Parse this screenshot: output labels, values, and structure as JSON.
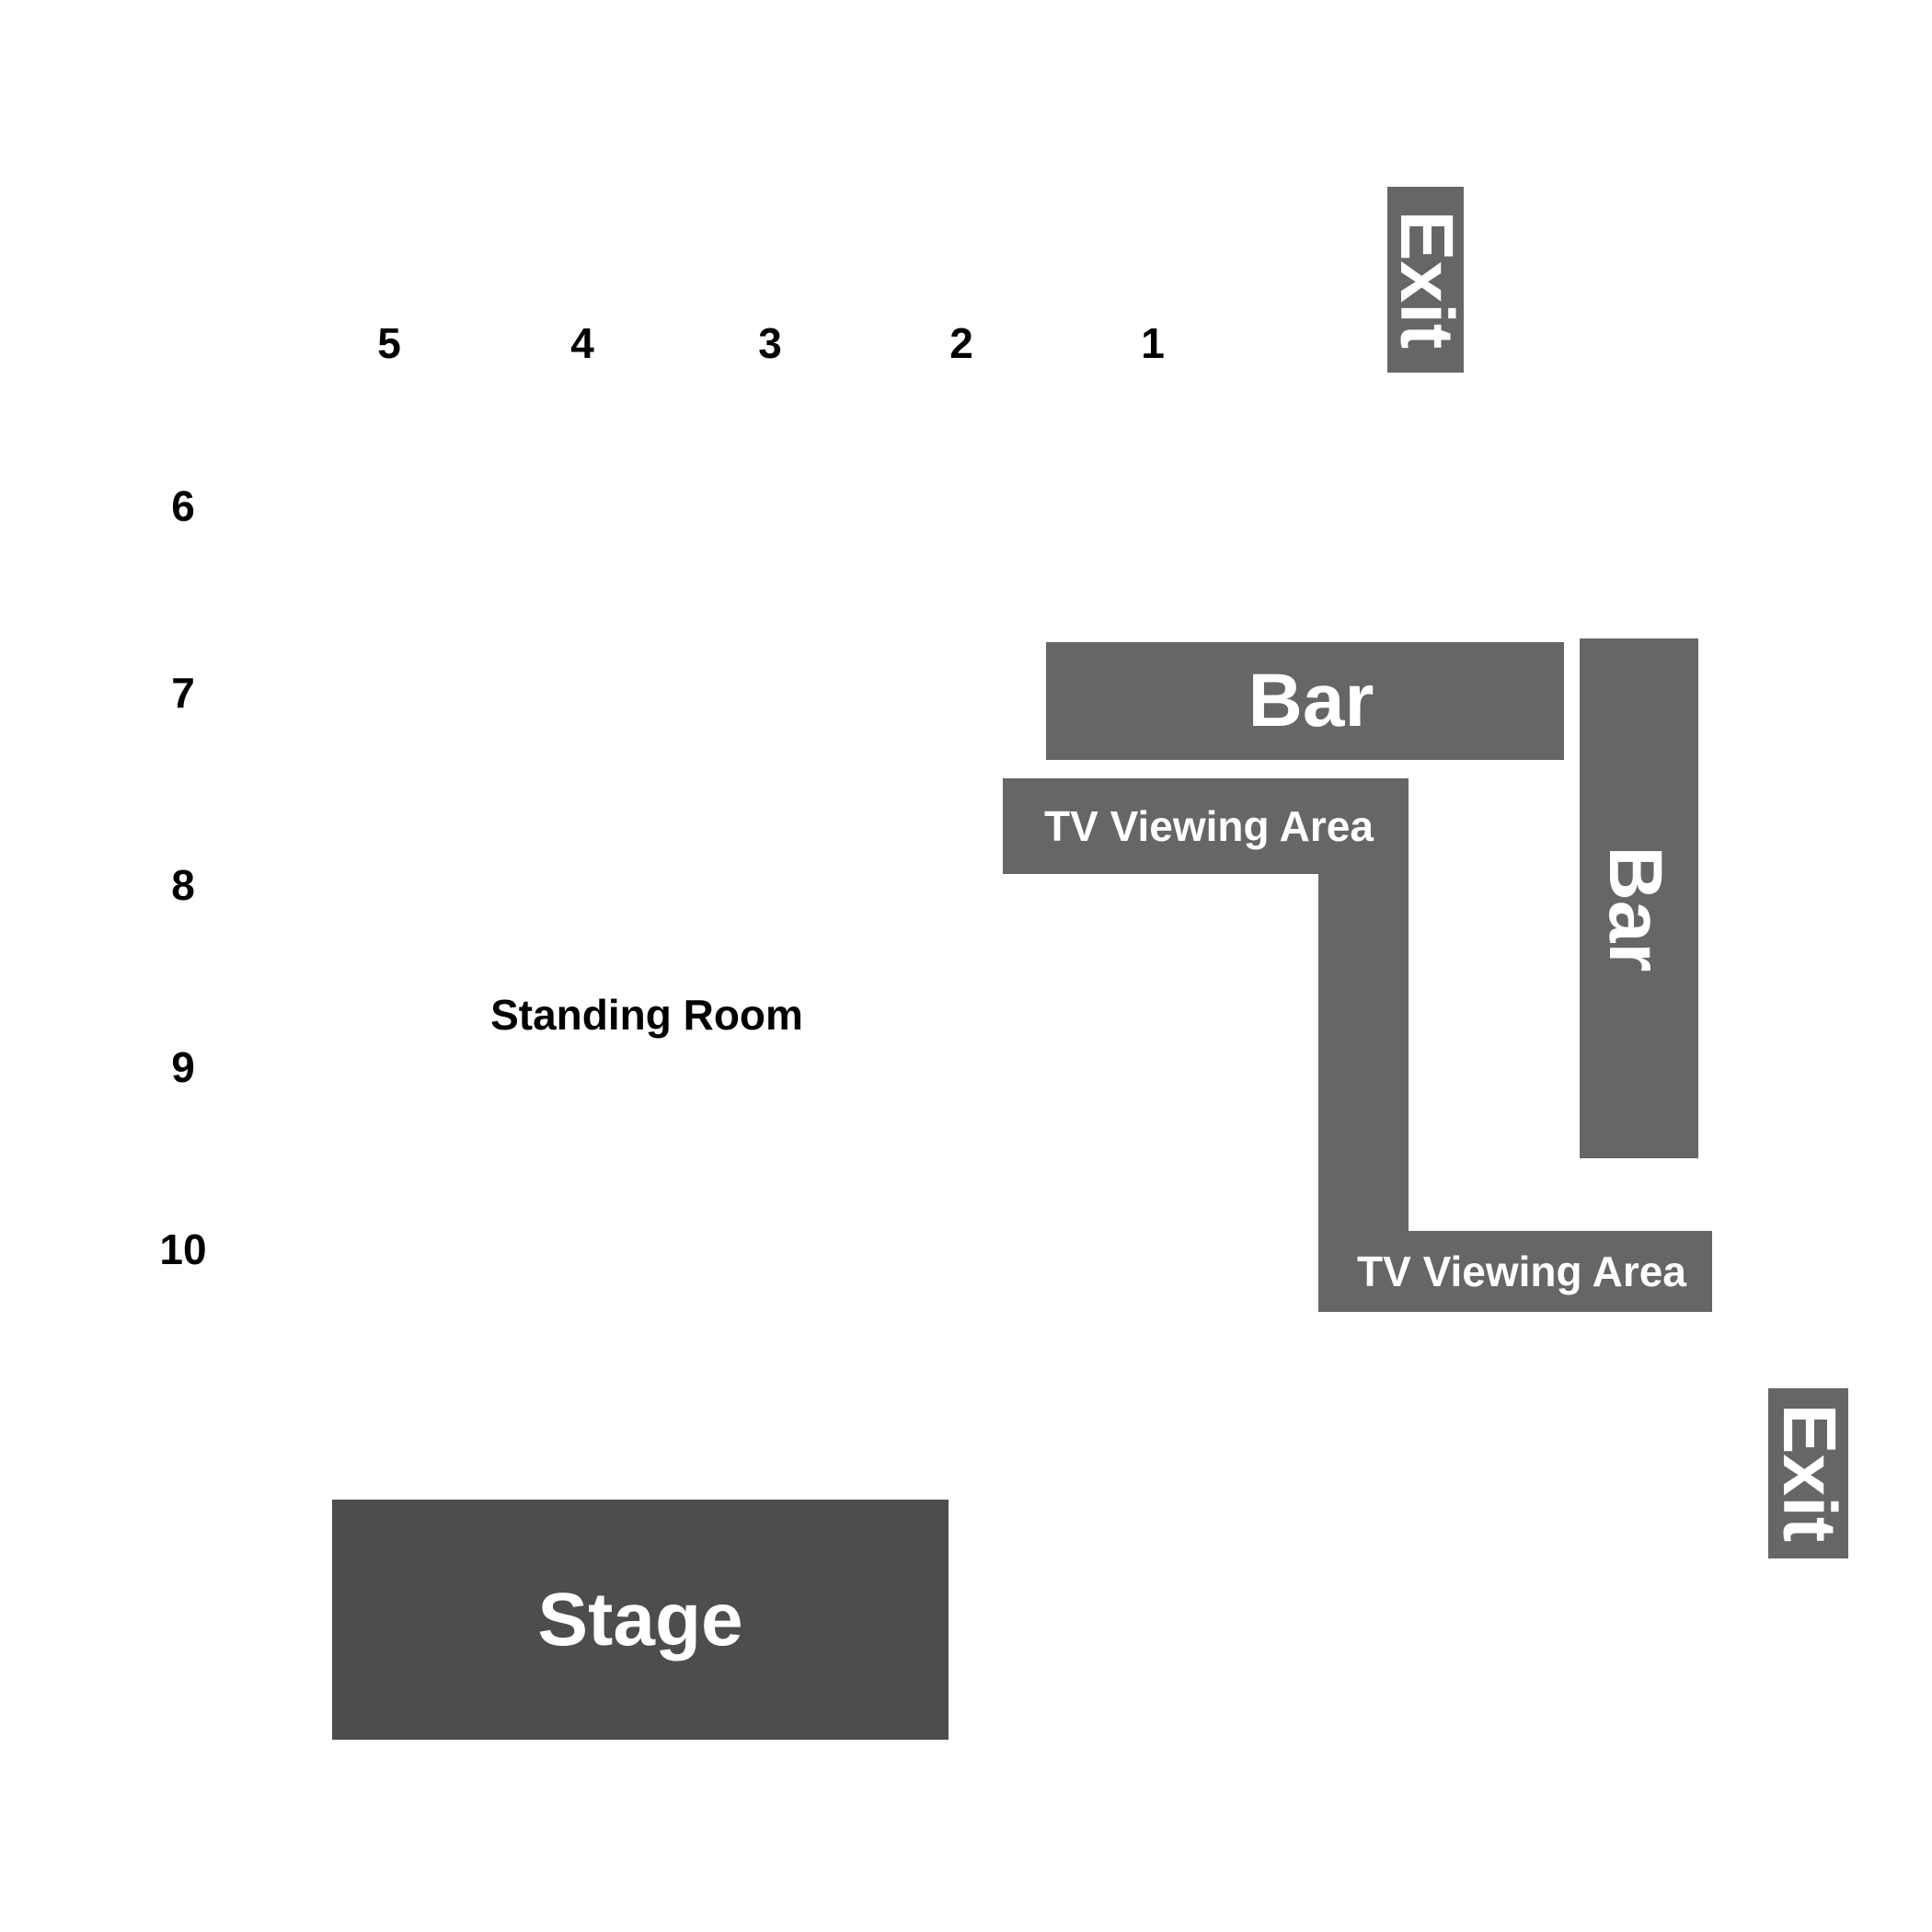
{
  "columns": [
    "5",
    "4",
    "3",
    "2",
    "1"
  ],
  "rows": [
    "6",
    "7",
    "8",
    "9",
    "10"
  ],
  "areas": {
    "standing_room": "Standing Room",
    "stage": "Stage",
    "bar_top": "Bar",
    "bar_right": "Bar",
    "tv_upper": "TV Viewing Area",
    "tv_lower": "TV Viewing Area",
    "exit_top": "Exit",
    "exit_right": "Exit"
  },
  "colors": {
    "block": "#666666",
    "stage": "#4d4d4d",
    "text_dark": "#000000",
    "text_light": "#ffffff"
  }
}
